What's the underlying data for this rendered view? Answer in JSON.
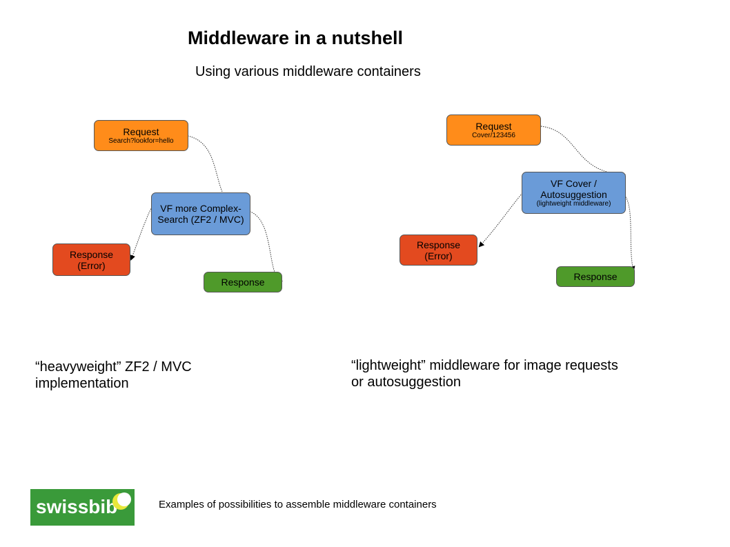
{
  "title": "Middleware in a nutshell",
  "subtitle": "Using various middleware containers",
  "left": {
    "request_label": "Request",
    "request_sub": "Search?lookfor=hello",
    "middleware_label": "VF more Complex-Search (ZF2 / MVC)",
    "error_label": "Response (Error)",
    "response_label": "Response",
    "caption": "“heavyweight” ZF2 / MVC implementation"
  },
  "right": {
    "request_label": "Request",
    "request_sub": "Cover/123456",
    "middleware_label": "VF Cover / Autosuggestion",
    "middleware_sub": "(lightweight middleware)",
    "error_label": "Response (Error)",
    "response_label": "Response",
    "caption": "“lightweight” middleware for image requests or autosuggestion"
  },
  "footer": "Examples of possibilities to assemble middleware containers",
  "logo_text": "swissbib",
  "colors": {
    "request": "#ff8c1a",
    "middleware": "#6a9bd8",
    "error": "#e34a1f",
    "response": "#4f9a2a"
  }
}
